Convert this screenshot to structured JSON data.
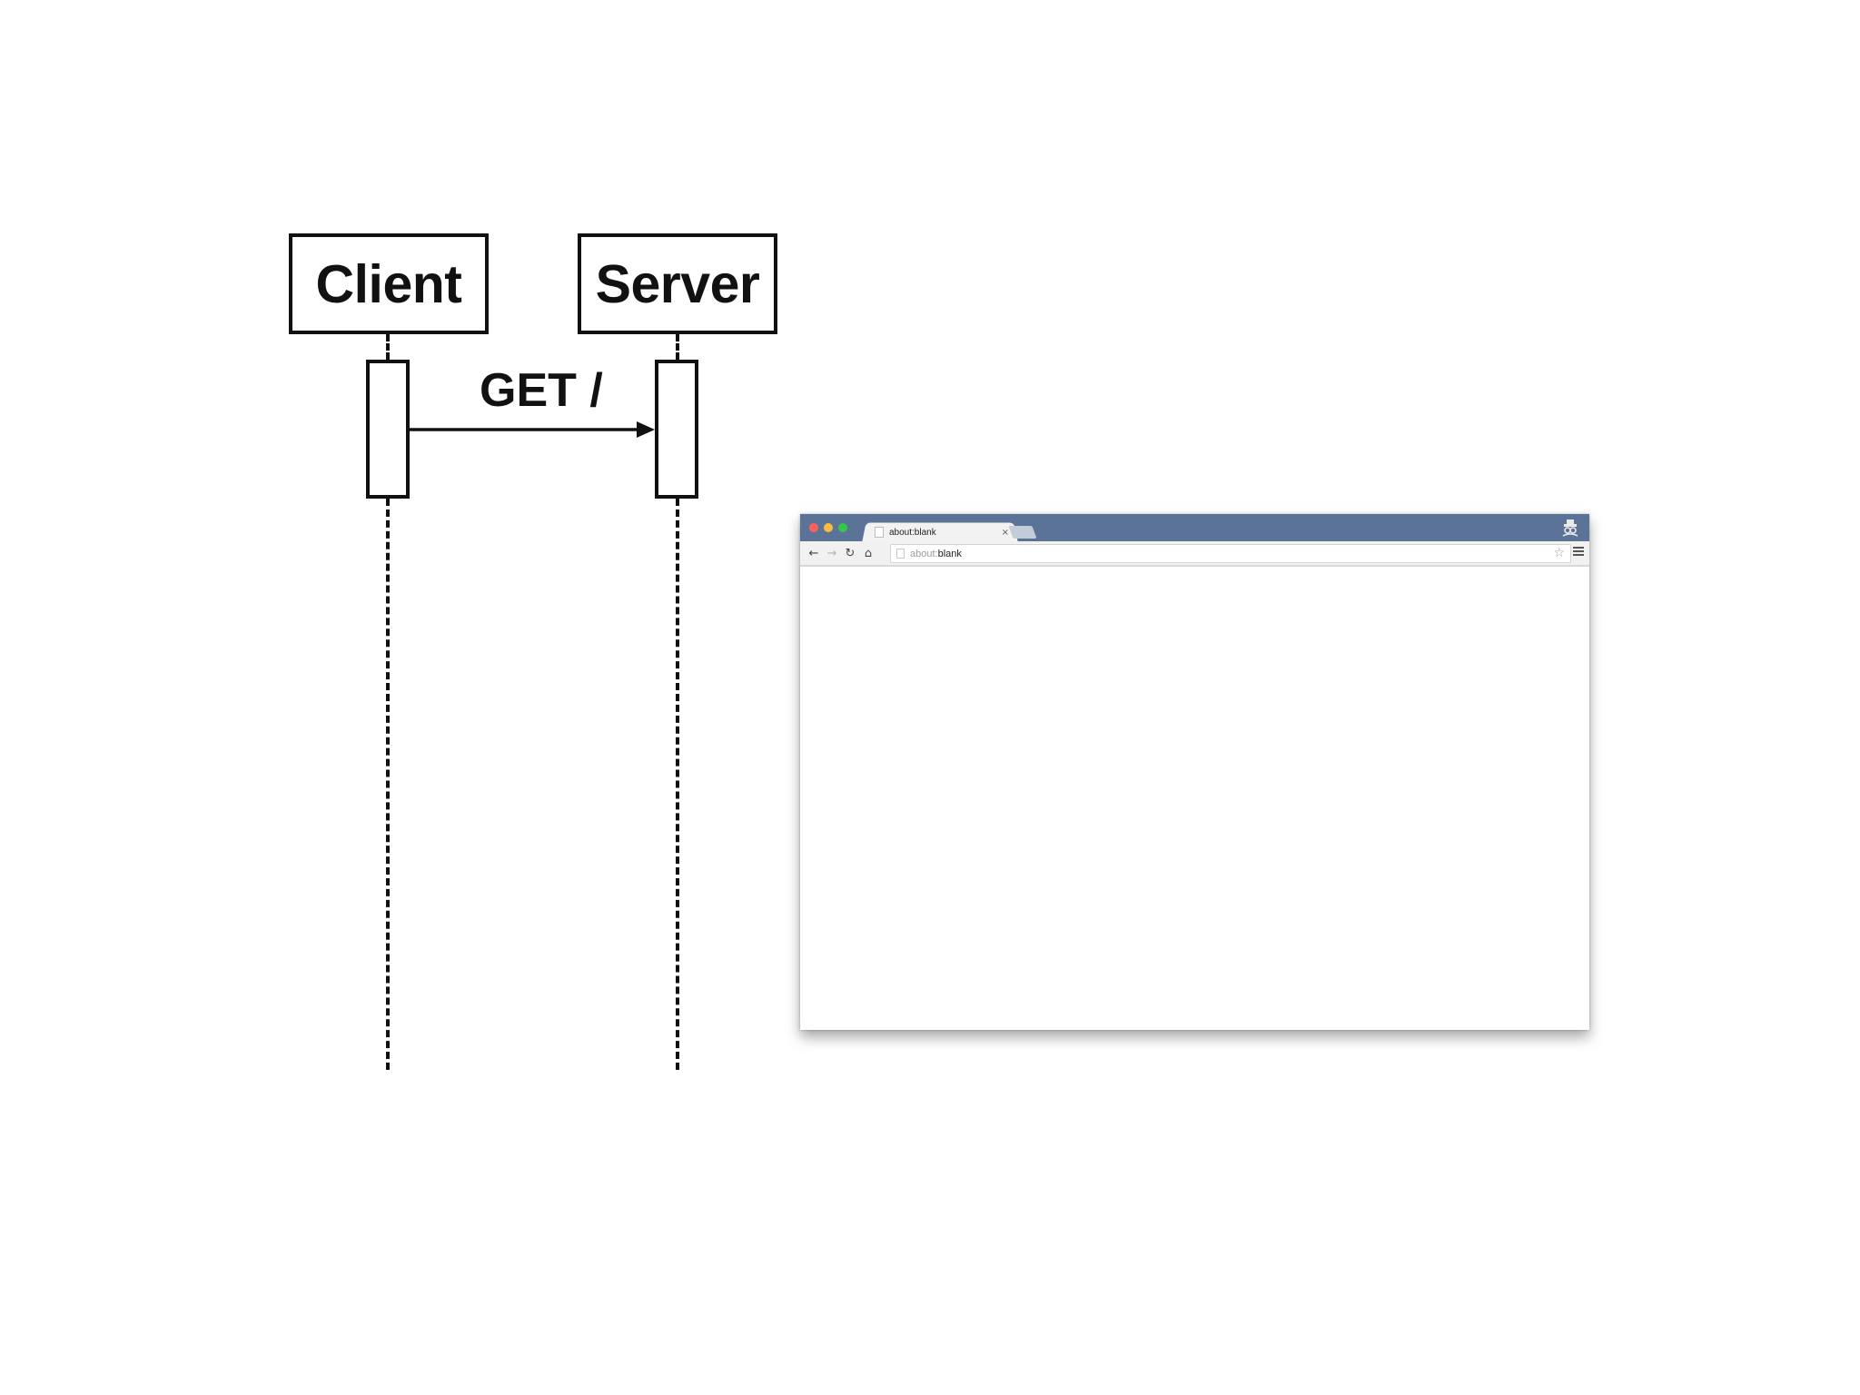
{
  "diagram": {
    "client_label": "Client",
    "server_label": "Server",
    "message_label": "GET /"
  },
  "browser": {
    "tab_title": "about:blank",
    "tab_close": "×",
    "url_scheme": "about:",
    "url_rest": "blank",
    "colors": {
      "titlebar": "#5b7397",
      "close_dot": "#fc605c",
      "minimize_dot": "#fdbc40",
      "maximize_dot": "#34c84a"
    },
    "icons": {
      "back": "left-arrow-icon",
      "forward": "right-arrow-icon",
      "reload": "reload-icon",
      "home": "home-icon",
      "bookmark": "star-icon",
      "menu": "hamburger-icon",
      "profile": "incognito-profile-icon"
    }
  }
}
